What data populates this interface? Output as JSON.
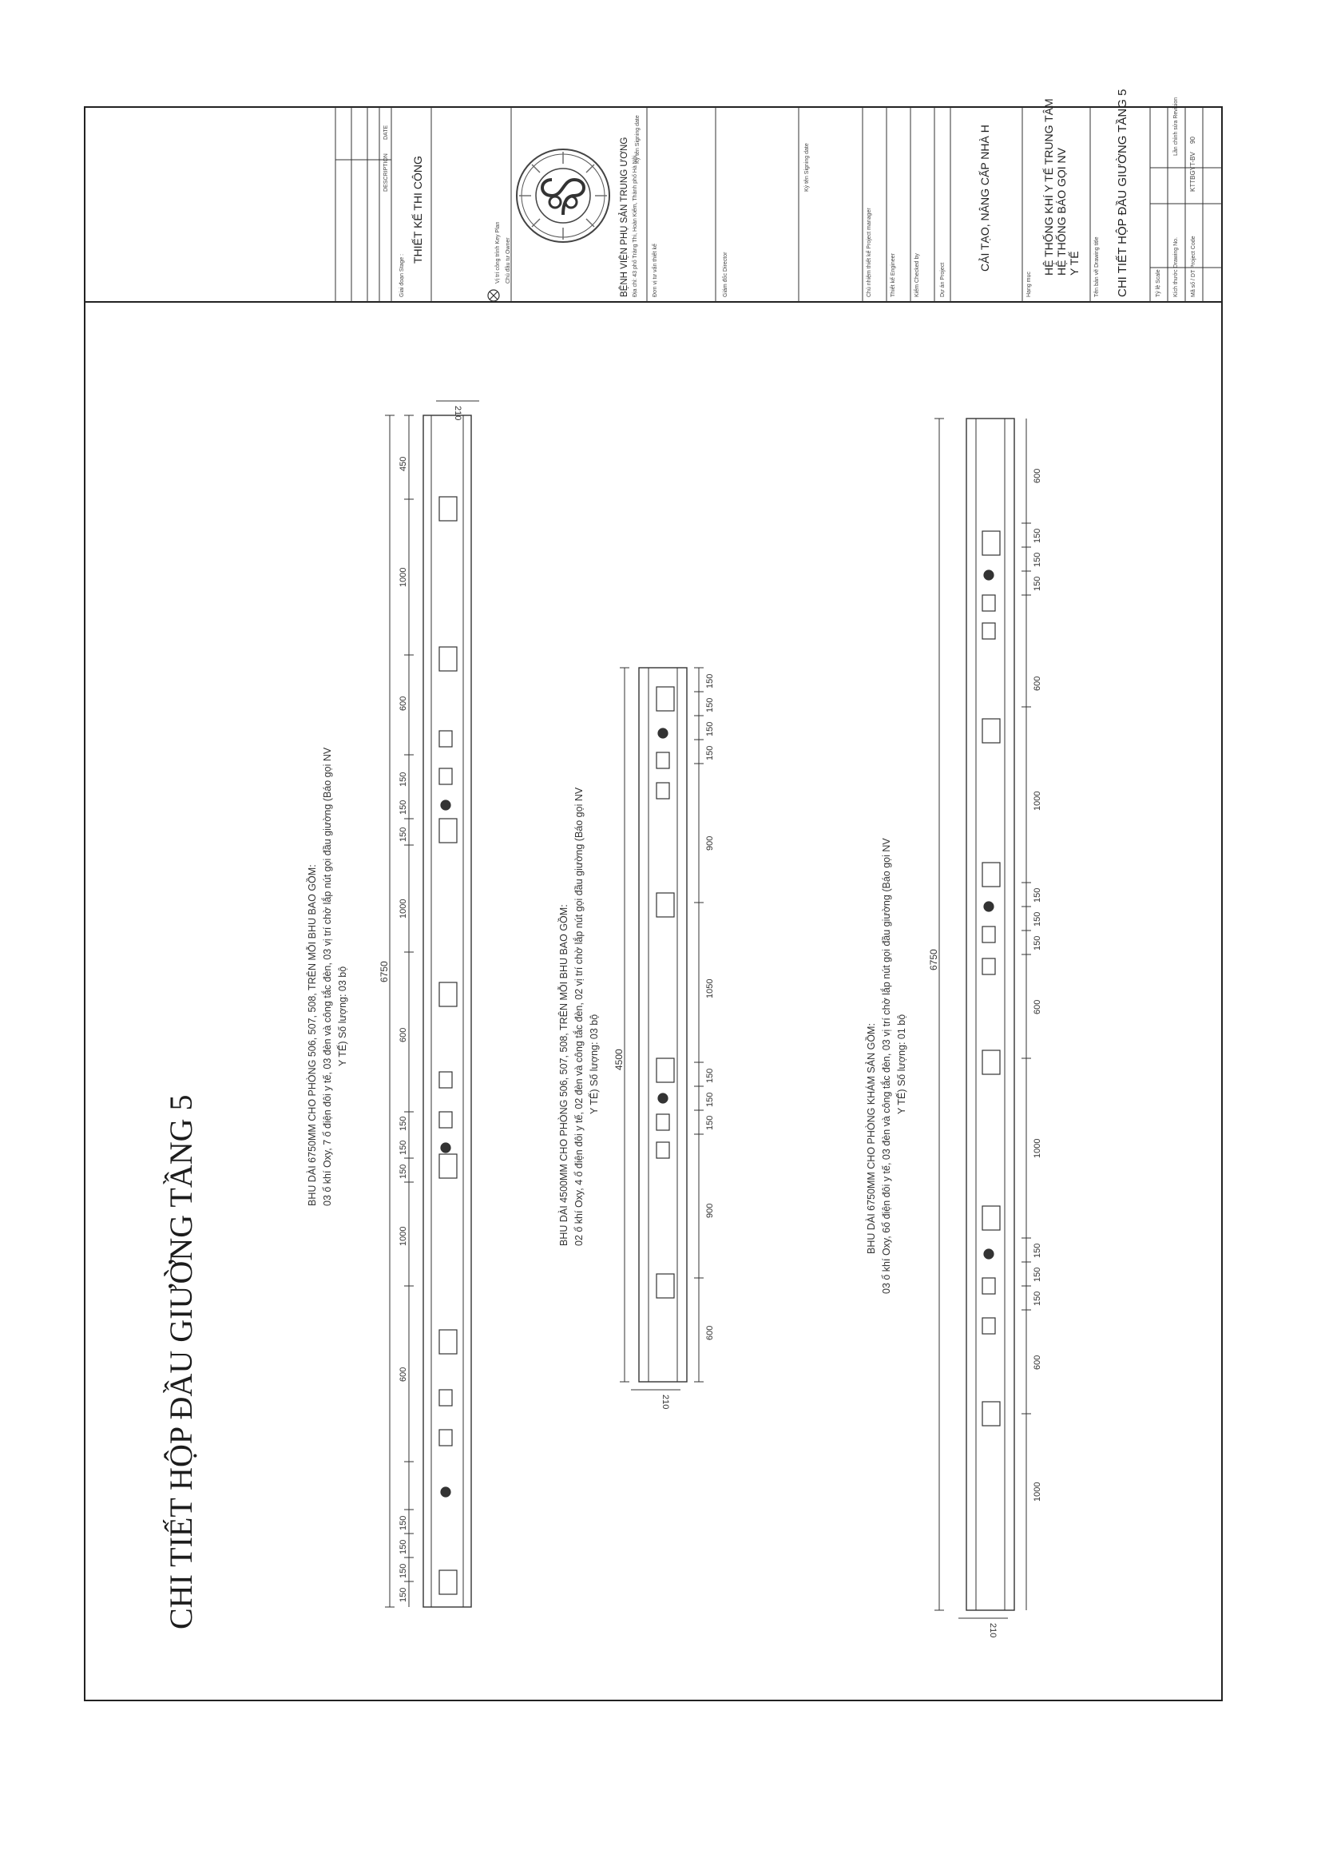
{
  "drawing": {
    "title": "CHI TIẾT HỘP ĐẦU GIƯỜNG TẦNG 5"
  },
  "units": [
    {
      "id": "bhu-6750-a",
      "caption_lines": [
        "BHU DÀI 6750MM CHO  PHÒNG 506, 507, 508, TRÊN MỖI BHU BAO GỒM:",
        "03 ổ khí Oxy, 7 ổ điện đôi y tế, 03 đèn và công tắc đèn, 03 vị trí chờ lắp nút gọi đầu giường (Báo gọi NV",
        "Y TẾ) Số lượng: 03 bộ"
      ],
      "total_length": "6750",
      "depth": "210",
      "segment_dims": [
        "150",
        "150",
        "150",
        "150",
        "600",
        "1000",
        "150",
        "150",
        "150",
        "600",
        "1000",
        "150",
        "150",
        "150",
        "600",
        "1000",
        "450"
      ]
    },
    {
      "id": "bhu-4500",
      "caption_lines": [
        "BHU DÀI 4500MM CHO  PHÒNG 506, 507, 508, TRÊN MỖI BHU BAO GỒM:",
        "02 ổ khí Oxy, 4 ổ điện đôi y tế, 02 đèn và công tắc đèn, 02 vị trí chờ lắp nút gọi đầu giường (Báo gọi NV",
        "Y TẾ) Số lượng: 03 bộ"
      ],
      "total_length": "4500",
      "depth": "210",
      "segment_dims": [
        "600",
        "900",
        "150",
        "150",
        "150",
        "1050",
        "900",
        "150",
        "150",
        "150",
        "150"
      ]
    },
    {
      "id": "bhu-6750-b",
      "caption_lines": [
        "BHU DÀI 6750MM CHO PHÒNG KHÁM SẢN GỒM:",
        "03 ổ khí Oxy, 6ổ điện đôi y tế, 03 đèn và công tắc đèn, 03 vị trí chờ lắp nút gọi đầu giường (Báo gọi NV",
        "Y TẾ) Số lượng: 01 bộ"
      ],
      "total_length": "6750",
      "depth": "210",
      "segment_dims": [
        "1000",
        "600",
        "150",
        "150",
        "150",
        "1000",
        "600",
        "150",
        "150",
        "150",
        "1000",
        "600",
        "150",
        "150",
        "150",
        "600"
      ]
    }
  ],
  "title_block": {
    "revision_headers": [
      "DESCRIPTION",
      "DATE"
    ],
    "stage_label": "Giai đoạn Stage :",
    "stage_value": "THIẾT KẾ THI CÔNG",
    "keyplan_label": "Vị trí công trình Key Plan",
    "owner_label": "Chủ đầu tư Owner",
    "owner_name": "BỆNH VIỆN PHỤ SẢN TRUNG ƯƠNG",
    "owner_address": "Địa chỉ: 43 phố Tràng Thi, Hoàn Kiếm, Thành phố Hà Nội",
    "signing_label": "Ký tên Signing date",
    "consultant_label": "Đơn vị tư vấn thiết kế",
    "director_label": "Giám đốc Director",
    "pm_label": "Chủ nhiệm thiết kế Project manager",
    "designer_label": "Thiết kế Engineer",
    "checker_label": "Kiểm Checked by",
    "project_label": "Dự án Project",
    "project_value": "CẢI TẠO, NÂNG CẤP NHÀ H",
    "item_label": "Hạng mục",
    "item_value_lines": [
      "HỆ THỐNG KHÍ Y TẾ TRUNG TÂM",
      "HỆ THỐNG BÁO GỌI NV",
      "Y TẾ"
    ],
    "sheet_title_label": "Tên bản vẽ Drawing title",
    "sheet_title_value": "CHI TIẾT HỘP ĐẦU GIƯỜNG TẦNG 5",
    "footer_labels": [
      "Tỷ lệ Scale",
      "Kích thước Drawing No.",
      "Mã số / DT Project Code"
    ],
    "footer_code": "KTTBGYT-BV",
    "revision_label": "Lần chỉnh sửa Revision",
    "sheet_no": "90"
  }
}
